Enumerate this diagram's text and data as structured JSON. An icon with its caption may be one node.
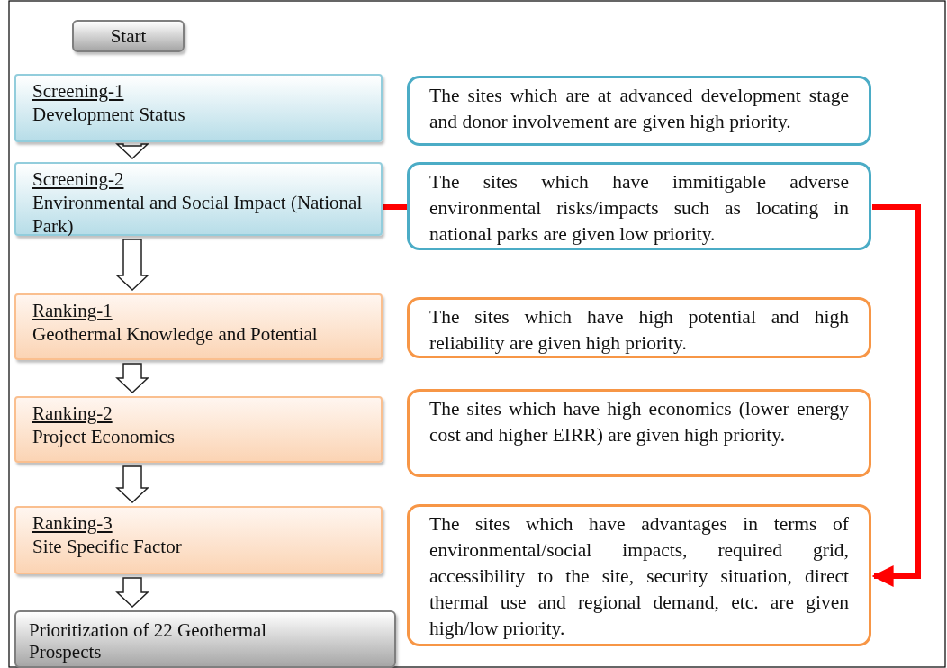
{
  "diagram": {
    "nodes": [
      {
        "text": [
          "Start"
        ]
      },
      {
        "text": [
          "Screening-1",
          "Development Status"
        ]
      },
      {
        "text": [
          "Screening-2",
          "Environmental and Social Impact (National Park)"
        ]
      },
      {
        "text": [
          "Ranking-1",
          "Geothermal Knowledge and Potential"
        ]
      },
      {
        "text": [
          "Ranking-2",
          "Project Economics"
        ]
      },
      {
        "text": [
          "Ranking-3",
          "Site Specific Factor"
        ]
      },
      {
        "text": [
          "Prioritization of 22 Geothermal Prospects"
        ]
      },
      {
        "text": [
          "The sites which are at advanced development stage and donor involvement are given high priority."
        ]
      },
      {
        "text": [
          "The sites which have immitigable adverse environmental risks/impacts such as locating in national parks are given low priority."
        ]
      },
      {
        "text": [
          "The sites which have high potential and high reliability are given high priority."
        ]
      },
      {
        "text": [
          "The sites which have high economics (lower energy cost and higher EIRR) are given high priority."
        ]
      },
      {
        "text": [
          "The sites which have advantages in terms of environmental/social impacts, required grid, accessibility to the site, security situation, direct thermal use and regional demand, etc. are given high/low priority."
        ]
      }
    ],
    "edges": [
      {
        "from": 1,
        "to": 2,
        "arrow": "to"
      },
      {
        "from": 2,
        "to": 3,
        "arrow": "to"
      },
      {
        "from": 3,
        "to": 4,
        "arrow": "to"
      },
      {
        "from": 4,
        "to": 5,
        "arrow": "to"
      },
      {
        "from": 5,
        "to": 6,
        "arrow": "to"
      },
      {
        "from": 2,
        "to": 8,
        "arrow": "none",
        "color": "#ff0000"
      },
      {
        "from": 8,
        "to": 11,
        "arrow": "to",
        "color": "#ff0000"
      }
    ]
  }
}
